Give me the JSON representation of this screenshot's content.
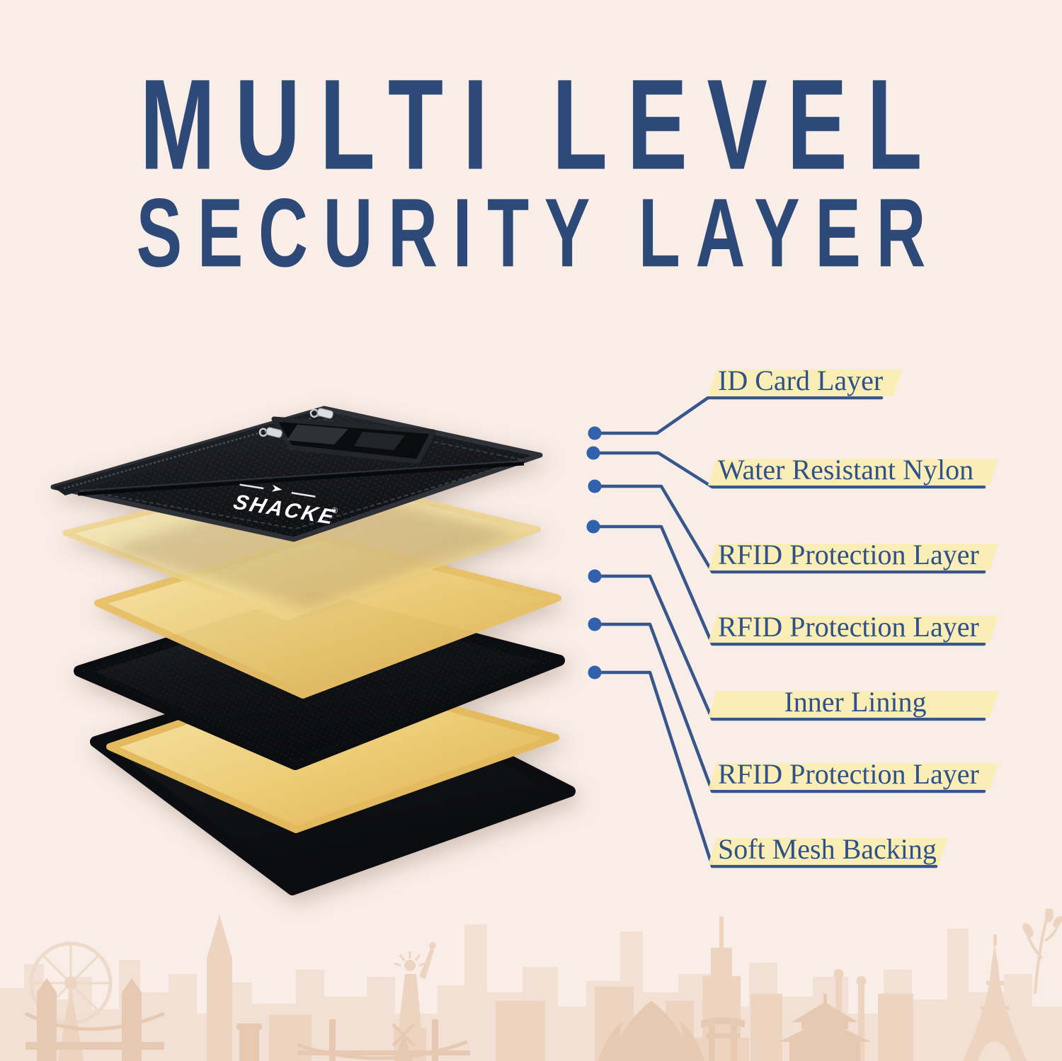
{
  "title": {
    "line1": "MULTI LEVEL",
    "line2": "SECURITY LAYER"
  },
  "callouts": [
    {
      "text": "ID Card Layer"
    },
    {
      "text": "Water Resistant Nylon"
    },
    {
      "text": "RFID Protection Layer"
    },
    {
      "text": "RFID Protection Layer"
    },
    {
      "text": "Inner Lining"
    },
    {
      "text": "RFID Protection Layer"
    },
    {
      "text": "Soft Mesh Backing"
    }
  ],
  "product": {
    "brand": "SHACKE",
    "registered_mark": "®"
  },
  "diagram_layers_top_to_bottom": [
    "wallet-front-panel",
    "sheer-yellow-layer",
    "gold-layer",
    "black-layer",
    "gold-layer",
    "black-layer"
  ],
  "colors": {
    "background": "#f8ede7",
    "title_text": "#2d4978",
    "callout_text": "#2f5189",
    "callout_line": "#36568c",
    "callout_dot": "#3162ae",
    "highlight_yellow": "#faeeb3",
    "layer_gold": "#eac56a",
    "layer_gold_light": "#f8e9b4",
    "layer_black": "#101114",
    "wallet_black": "#17181d",
    "logo_white": "#ffffff",
    "skyline_far": "#f2e0d4",
    "skyline_mid": "#edd4c0",
    "skyline_near": "#e7c9b1"
  },
  "decorations": {
    "skyline_icons": [
      "london-eye",
      "tower-bridge",
      "big-ben",
      "phone-booth",
      "statue-of-liberty",
      "suspension-bridge",
      "windmill",
      "lotus-temple",
      "torii-gate",
      "empire-state-building",
      "pagoda-temple",
      "minarets",
      "eiffel-tower",
      "branch"
    ]
  }
}
